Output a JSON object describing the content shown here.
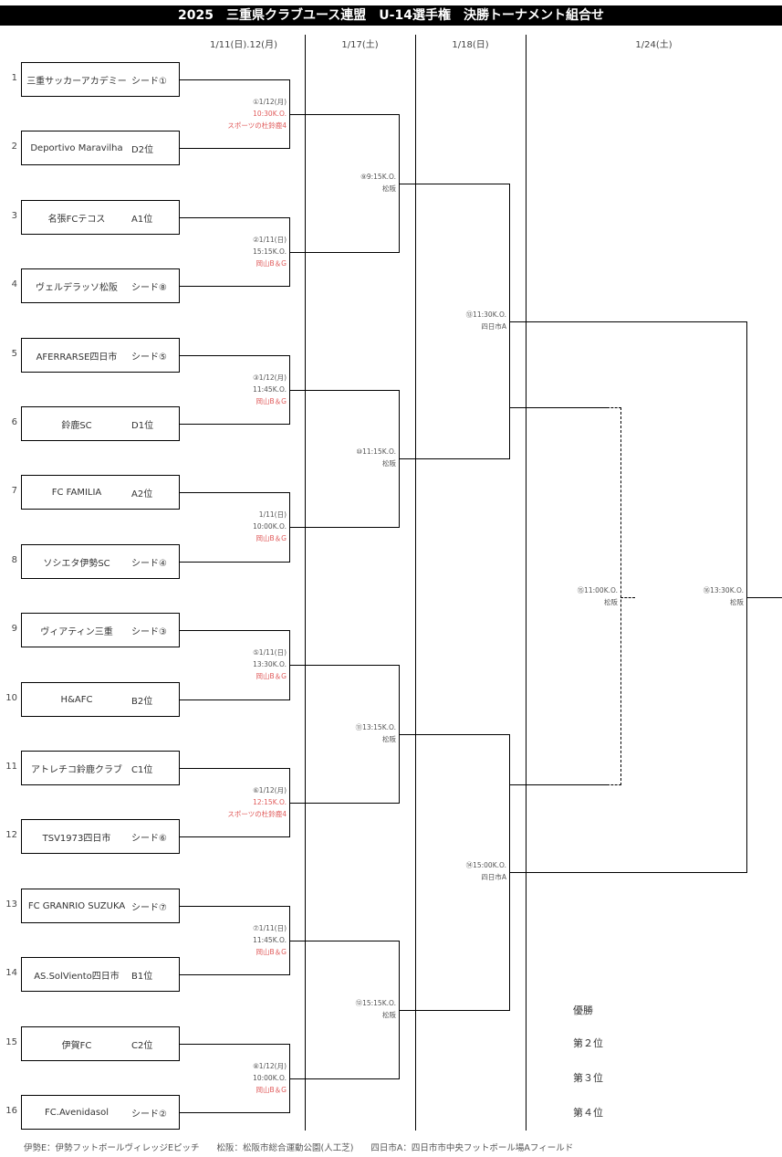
{
  "title": "2025　三重県クラブユース連盟　U-14選手権　決勝トーナメント組合せ",
  "dates": [
    "1/11(日).12(月)",
    "1/17(土)",
    "1/18(日)",
    "1/24(土)"
  ],
  "teams": [
    {
      "no": "1",
      "name": "三重サッカーアカデミー",
      "seed": "シード①"
    },
    {
      "no": "2",
      "name": "Deportivo Maravilha",
      "seed": "D2位"
    },
    {
      "no": "3",
      "name": "名張FCテコス",
      "seed": "A1位"
    },
    {
      "no": "4",
      "name": "ヴェルデラッソ松阪",
      "seed": "シード⑧"
    },
    {
      "no": "5",
      "name": "AFERRARSE四日市",
      "seed": "シード⑤"
    },
    {
      "no": "6",
      "name": "鈴鹿SC",
      "seed": "D1位"
    },
    {
      "no": "7",
      "name": "FC FAMILIA",
      "seed": "A2位"
    },
    {
      "no": "8",
      "name": "ソシエタ伊勢SC",
      "seed": "シード④"
    },
    {
      "no": "9",
      "name": "ヴィアティン三重",
      "seed": "シード③"
    },
    {
      "no": "10",
      "name": "H&AFC",
      "seed": "B2位"
    },
    {
      "no": "11",
      "name": "アトレチコ鈴鹿クラブ",
      "seed": "C1位"
    },
    {
      "no": "12",
      "name": "TSV1973四日市",
      "seed": "シード⑥"
    },
    {
      "no": "13",
      "name": "FC GRANRIO SUZUKA",
      "seed": "シード⑦"
    },
    {
      "no": "14",
      "name": "AS.SolViento四日市",
      "seed": "B1位"
    },
    {
      "no": "15",
      "name": "伊賀FC",
      "seed": "C2位"
    },
    {
      "no": "16",
      "name": "FC.Avenidasol",
      "seed": "シード②"
    }
  ],
  "round1": [
    {
      "date": "①1/12(月)",
      "time": "10:30K.O.",
      "venue": "スポーツの杜鈴鹿4",
      "time_red": true
    },
    {
      "date": "②1/11(日)",
      "time": "15:15K.O.",
      "venue": "岡山B＆G",
      "time_red": false
    },
    {
      "date": "③1/12(月)",
      "time": "11:45K.O.",
      "venue": "岡山B＆G",
      "time_red": false
    },
    {
      "date": "1/11(日)",
      "time": "10:00K.O.",
      "venue": "岡山B＆G",
      "time_red": false
    },
    {
      "date": "⑤1/11(日)",
      "time": "13:30K.O.",
      "venue": "岡山B＆G",
      "time_red": false
    },
    {
      "date": "⑥1/12(月)",
      "time": "12:15K.O.",
      "venue": "スポーツの杜鈴鹿4",
      "time_red": true
    },
    {
      "date": "⑦1/11(日)",
      "time": "11:45K.O.",
      "venue": "岡山B＆G",
      "time_red": false
    },
    {
      "date": "⑧1/12(月)",
      "time": "10:00K.O.",
      "venue": "岡山B＆G",
      "time_red": false
    }
  ],
  "round2": [
    {
      "time": "⑨9:15K.O.",
      "venue": "松阪"
    },
    {
      "time": "⑩11:15K.O.",
      "venue": "松阪"
    },
    {
      "time": "⑪13:15K.O.",
      "venue": "松阪"
    },
    {
      "time": "⑫15:15K.O.",
      "venue": "松阪"
    }
  ],
  "round3": [
    {
      "time": "⑬11:30K.O.",
      "venue": "四日市A"
    },
    {
      "time": "⑭15:00K.O.",
      "venue": "四日市A"
    }
  ],
  "third_place": {
    "time": "⑮11:00K.O.",
    "venue": "松阪"
  },
  "final": {
    "time": "⑯13:30K.O.",
    "venue": "松阪"
  },
  "ranks": [
    "優勝",
    "第２位",
    "第３位",
    "第４位"
  ],
  "footer": "伊勢E：伊勢フットボールヴィレッジEピッチ　　松阪：松阪市総合運動公園(人工芝)　　四日市A：四日市市中央フットボール場Aフィールド",
  "colors": {
    "red": "#e05a5a",
    "line": "#000000"
  }
}
